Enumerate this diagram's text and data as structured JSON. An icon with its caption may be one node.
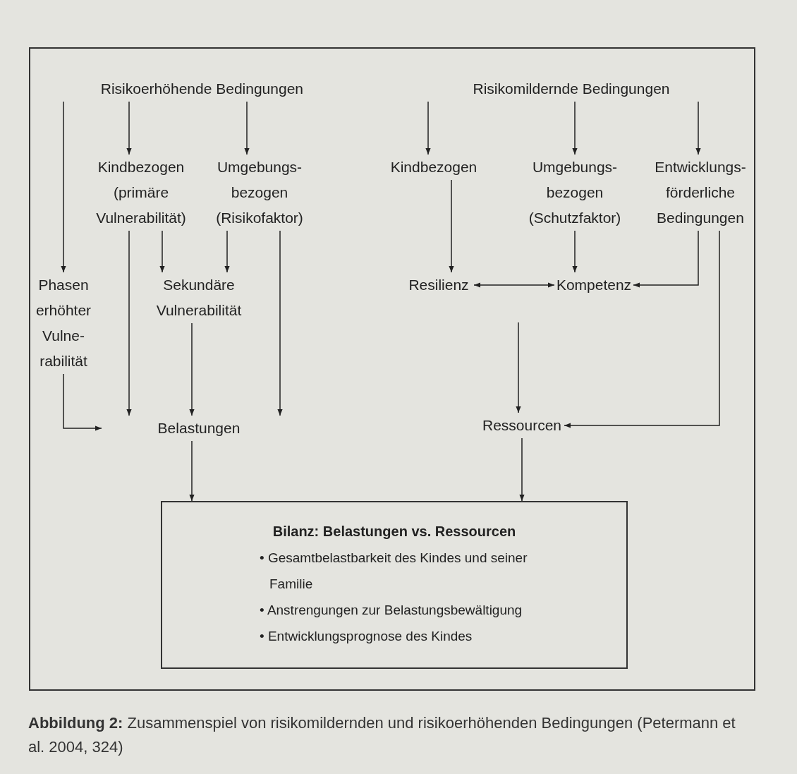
{
  "diagram": {
    "caption": "**Abbildung 2:** Zusammenspiel von risikomildernden und risikoerhöhenden Bedingungen (Petermann et al. 2004, 324)",
    "nodes": [
      {
        "text": [
          "Risikoerhöhende Bedingungen"
        ]
      },
      {
        "text": [
          "Kindbezogen (primäre Vulnerabilität)"
        ]
      },
      {
        "text": [
          "Umgebungs- bezogen (Risikofaktor)"
        ]
      },
      {
        "text": [
          "Phasen erhöhter Vulne- rabilität"
        ]
      },
      {
        "text": [
          "Sekundäre Vulnerabilität"
        ]
      },
      {
        "text": [
          "Belastungen"
        ]
      },
      {
        "text": [
          "Risikomildernde Bedingungen"
        ]
      },
      {
        "text": [
          "Kindbezogen"
        ]
      },
      {
        "text": [
          "Umgebungs- bezogen (Schutzfaktor)"
        ]
      },
      {
        "text": [
          "Entwicklungs- förderliche Bedingungen"
        ]
      },
      {
        "text": [
          "Resilienz"
        ]
      },
      {
        "text": [
          "Kompetenz"
        ]
      },
      {
        "text": [
          "Ressourcen"
        ]
      },
      {
        "text": [
          "Bilanz: Belastungen vs. Ressourcen",
          "• Gesamtbelastbarkeit des Kindes und seiner Familie",
          "• Anstrengungen zur Belastungsbewältigung",
          "• Entwicklungsprognose des Kindes"
        ]
      }
    ],
    "edges": [
      {
        "from": 0,
        "to": 3,
        "arrow": "to"
      },
      {
        "from": 0,
        "to": 1,
        "arrow": "to"
      },
      {
        "from": 0,
        "to": 2,
        "arrow": "to"
      },
      {
        "from": 1,
        "to": 4,
        "arrow": "to"
      },
      {
        "from": 2,
        "to": 4,
        "arrow": "to"
      },
      {
        "from": 1,
        "to": 5,
        "arrow": "to"
      },
      {
        "from": 4,
        "to": 5,
        "arrow": "to"
      },
      {
        "from": 2,
        "to": 5,
        "arrow": "to"
      },
      {
        "from": 3,
        "to": 5,
        "arrow": "to"
      },
      {
        "from": 5,
        "to": 13,
        "arrow": "to"
      },
      {
        "from": 6,
        "to": 7,
        "arrow": "to"
      },
      {
        "from": 6,
        "to": 8,
        "arrow": "to"
      },
      {
        "from": 6,
        "to": 9,
        "arrow": "to"
      },
      {
        "from": 7,
        "to": 10,
        "arrow": "to"
      },
      {
        "from": 8,
        "to": 11,
        "arrow": "to"
      },
      {
        "from": 10,
        "to": 11,
        "arrow": "both"
      },
      {
        "from": 9,
        "to": 11,
        "arrow": "to"
      },
      {
        "from": 9,
        "to": 12,
        "arrow": "to"
      },
      {
        "from": null,
        "to": 12,
        "arrow": "to"
      },
      {
        "from": 12,
        "to": 13,
        "arrow": "to"
      }
    ]
  }
}
